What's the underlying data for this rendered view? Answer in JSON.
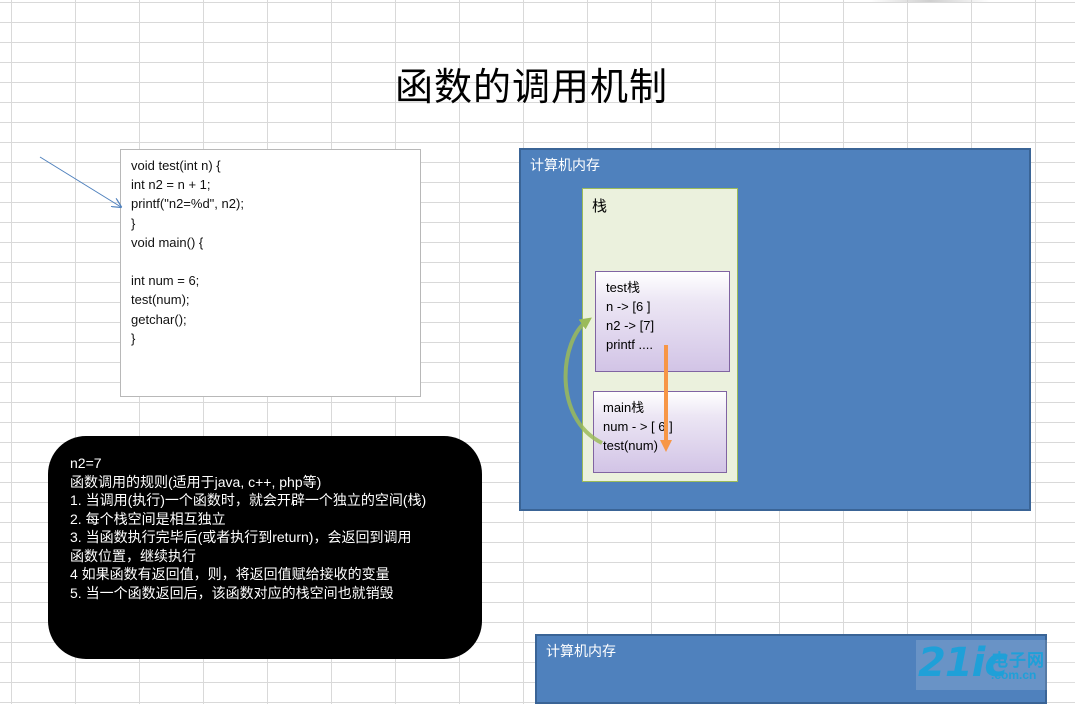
{
  "title": "函数的调用机制",
  "code_lines": [
    "void test(int n) {",
    "int n2 = n + 1;",
    "printf(\"n2=%d\", n2);",
    "}",
    "void main() {",
    "",
    "int num = 6;",
    "test(num);",
    "getchar();",
    "}"
  ],
  "rules_lines": [
    "n2=7",
    "函数调用的规则(适用于java, c++, php等)",
    "1. 当调用(执行)一个函数时，就会开辟一个独立的空间(栈)",
    "2. 每个栈空间是相互独立",
    "3. 当函数执行完毕后(或者执行到return)，会返回到调用",
    "函数位置，继续执行",
    "4 如果函数有返回值，则，将返回值赋给接收的变量",
    "5. 当一个函数返回后，该函数对应的栈空间也就销毁"
  ],
  "memory": {
    "label": "计算机内存",
    "stack_label": "栈",
    "test_frame": [
      "test栈",
      "n -> [6 ]",
      "n2 -> [7]",
      "printf ...."
    ],
    "main_frame": [
      "main栈",
      "num - > [ 6 ]",
      "test(num)"
    ]
  },
  "memory2_label": "计算机内存",
  "watermark": {
    "main": "21ic",
    "cn": "电子网",
    "sub": ".com.cn"
  },
  "colors": {
    "memory_blue": "#4f81bd",
    "stack_green": "#ebf1dd",
    "frame_purple": "#d2c4e6",
    "call_arrow_green": "#9bbb59",
    "return_arrow_orange": "#f79646",
    "pointer_arrow_blue": "#4f81bd"
  }
}
